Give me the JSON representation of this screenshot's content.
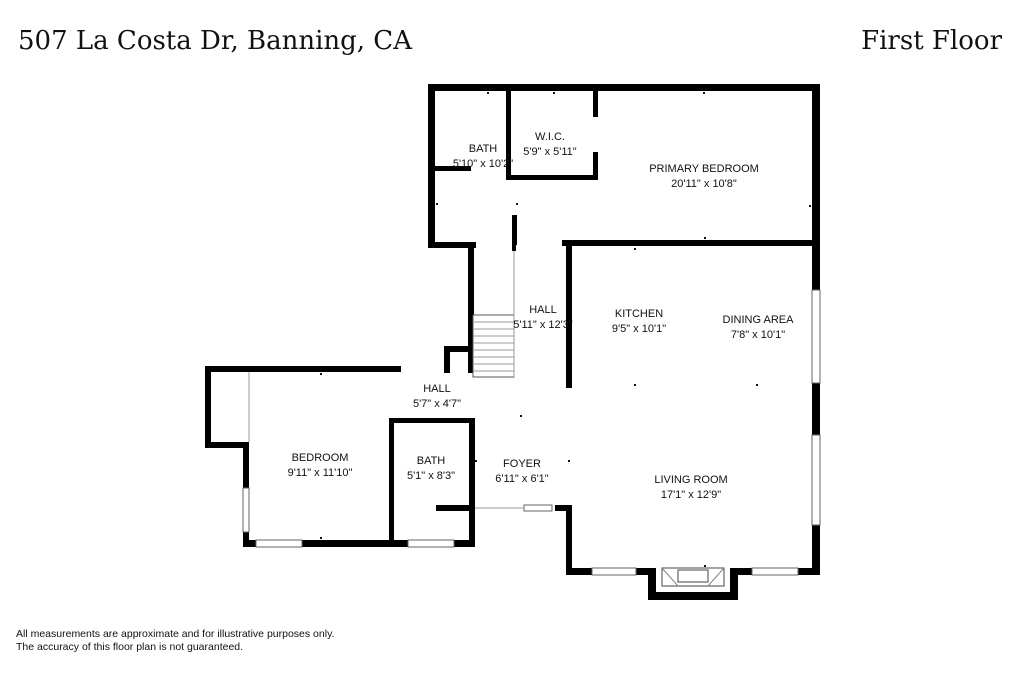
{
  "header": {
    "address": "507 La Costa Dr, Banning, CA",
    "floor": "First Floor"
  },
  "rooms": {
    "bath_primary": {
      "name": "BATH",
      "dim": "5'10\" x 10'2\""
    },
    "wic": {
      "name": "W.I.C.",
      "dim": "5'9\" x 5'11\""
    },
    "primary_bedroom": {
      "name": "PRIMARY BEDROOM",
      "dim": "20'11\" x 10'8\""
    },
    "hall_upper": {
      "name": "HALL",
      "dim": "5'11\" x 12'3\""
    },
    "kitchen": {
      "name": "KITCHEN",
      "dim": "9'5\" x 10'1\""
    },
    "dining_area": {
      "name": "DINING AREA",
      "dim": "7'8\" x 10'1\""
    },
    "hall_lower": {
      "name": "HALL",
      "dim": "5'7\" x 4'7\""
    },
    "bedroom": {
      "name": "BEDROOM",
      "dim": "9'11\" x 11'10\""
    },
    "bath_second": {
      "name": "BATH",
      "dim": "5'1\" x 8'3\""
    },
    "foyer": {
      "name": "FOYER",
      "dim": "6'11\" x 6'1\""
    },
    "living_room": {
      "name": "LIVING ROOM",
      "dim": "17'1\" x 12'9\""
    }
  },
  "disclaimer": {
    "line1": "All measurements are approximate and for illustrative purposes only.",
    "line2": "The accuracy of this floor plan is not guaranteed."
  }
}
